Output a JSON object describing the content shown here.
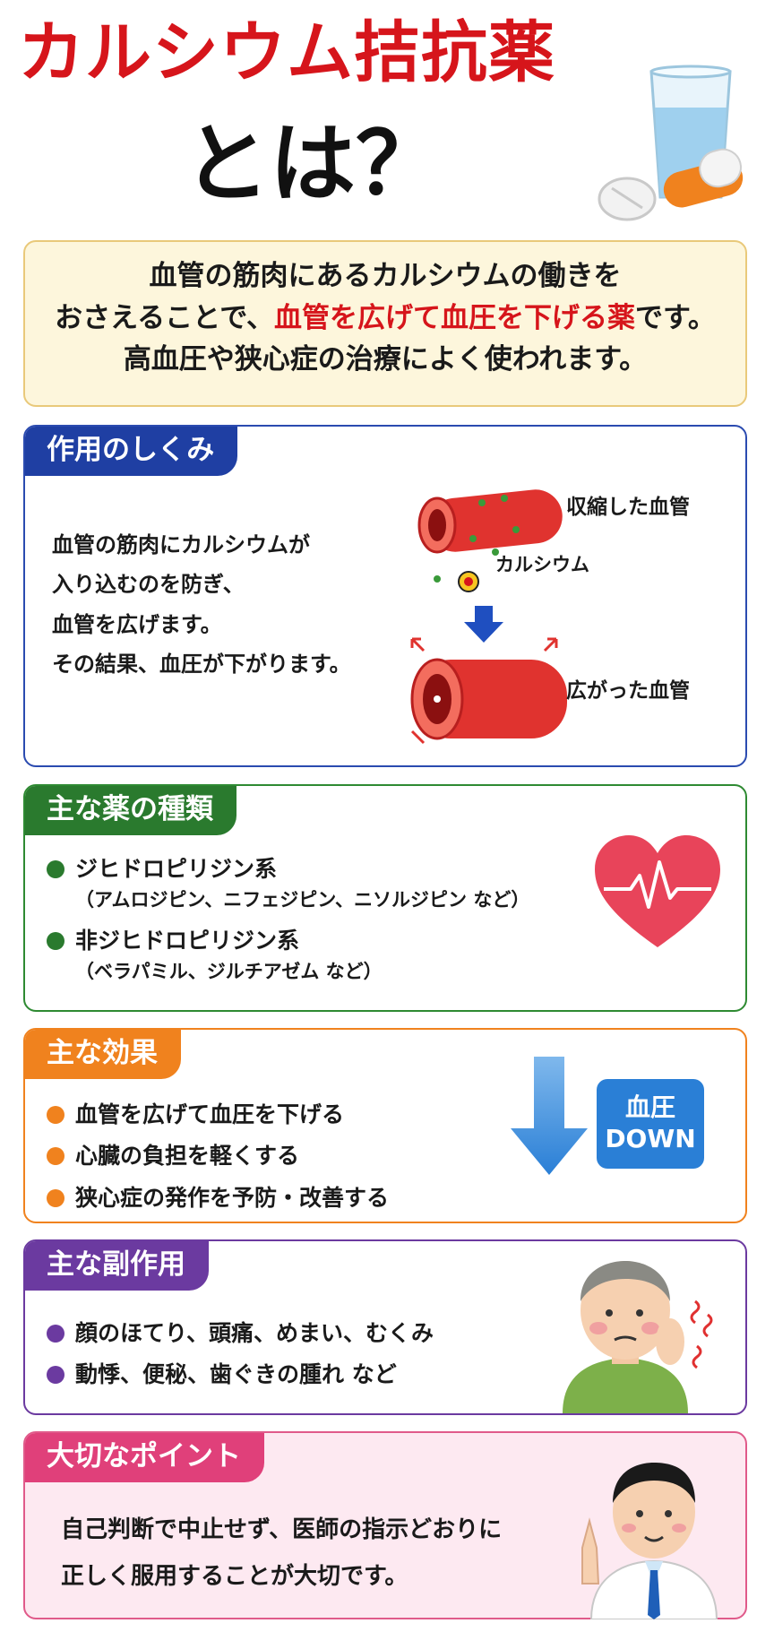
{
  "header": {
    "title_line1": "カルシウム拮抗薬",
    "title_line2": "とは？"
  },
  "intro": {
    "line1": "血管の筋肉にあるカルシウムの働きを",
    "line2_prefix": "おさえることで、",
    "line2_highlight": "血管を広げて血圧を下げる薬",
    "line2_suffix": "です。",
    "line3": "高血圧や狭心症の治療によく使われます。"
  },
  "mechanism": {
    "title": "作用のしくみ",
    "lines": [
      "血管の筋肉にカルシウムが",
      "入り込むのを防ぎ、",
      "血管を広げます。",
      "その結果、血圧が下がります。"
    ],
    "label_constricted": "収縮した血管",
    "label_calcium": "カルシウム",
    "label_dilated": "広がった血管"
  },
  "types": {
    "title": "主な薬の種類",
    "items": [
      {
        "name": "ジヒドロピリジン系",
        "examples": "（アムロジピン、ニフェジピン、ニソルジピン など）"
      },
      {
        "name": "非ジヒドロピリジン系",
        "examples": "（ベラパミル、ジルチアゼム など）"
      }
    ]
  },
  "effects": {
    "title": "主な効果",
    "items": [
      "血管を広げて血圧を下げる",
      "心臓の負担を軽くする",
      "狭心症の発作を予防・改善する"
    ],
    "badge_line1": "血圧",
    "badge_line2": "DOWN"
  },
  "side_effects": {
    "title": "主な副作用",
    "items": [
      "顔のほてり、頭痛、めまい、むくみ",
      "動悸、便秘、歯ぐきの腫れ など"
    ]
  },
  "point": {
    "title": "大切なポイント",
    "lines": [
      "自己判断で中止せず、医師の指示どおりに",
      "正しく服用することが大切です。"
    ]
  },
  "colors": {
    "title_red": "#d6151b",
    "blue": "#1f3fa3",
    "green": "#2a7a2e",
    "orange": "#f0821e",
    "purple": "#6b3aa0",
    "pink": "#e0407a"
  }
}
